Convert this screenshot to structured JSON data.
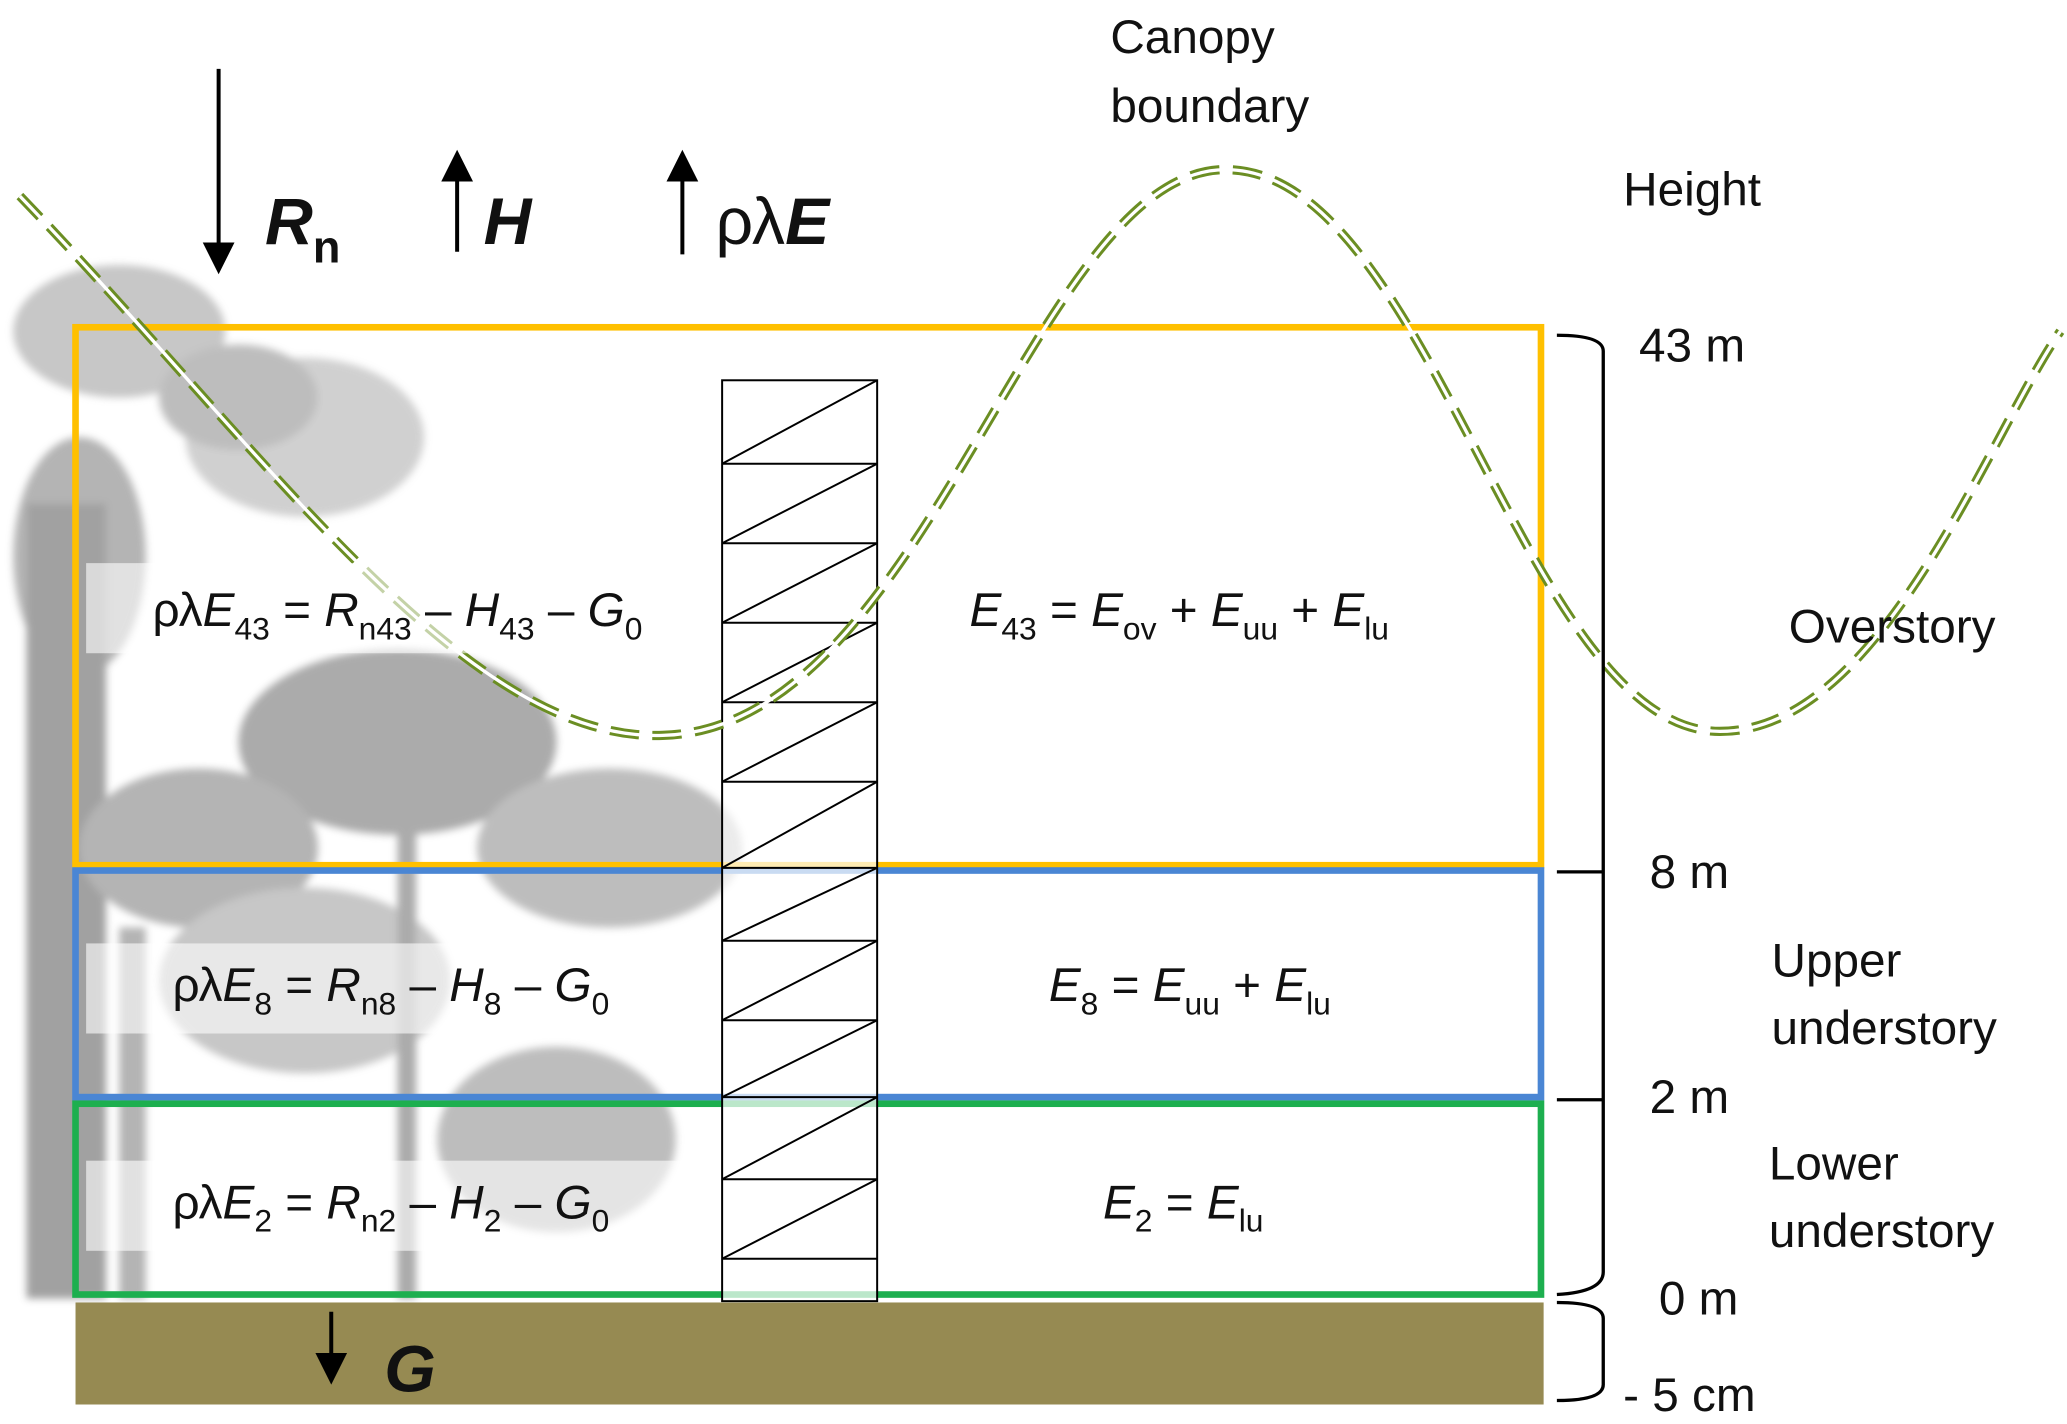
{
  "fluxes": {
    "rn": {
      "main": "R",
      "sub": "n"
    },
    "h": {
      "main": "H"
    },
    "le": {
      "prefix": "ρλ",
      "main": "E"
    },
    "g": {
      "main": "G"
    }
  },
  "canopy_boundary_label": [
    "Canopy",
    "boundary"
  ],
  "height_label": "Height",
  "heights": [
    "43 m",
    "8 m",
    "2 m",
    "0 m",
    "-  5 cm"
  ],
  "layers": [
    {
      "name": [
        "Overstory"
      ],
      "color": "#FFC000",
      "energy_eq": [
        [
          "ρλ",
          "n"
        ],
        [
          "E",
          "i"
        ],
        [
          "43",
          "sub"
        ],
        [
          " = ",
          "n"
        ],
        [
          "R",
          "i"
        ],
        [
          "n43",
          "sub"
        ],
        [
          " – ",
          "n"
        ],
        [
          "H",
          "i"
        ],
        [
          "43",
          "sub"
        ],
        [
          " – ",
          "n"
        ],
        [
          "G",
          "i"
        ],
        [
          "0",
          "sub"
        ]
      ],
      "water_eq": [
        [
          "E",
          "i"
        ],
        [
          "43",
          "sub"
        ],
        [
          " = ",
          "n"
        ],
        [
          "E",
          "i"
        ],
        [
          "ov",
          "sub"
        ],
        [
          " + ",
          "n"
        ],
        [
          "E",
          "i"
        ],
        [
          "uu",
          "sub"
        ],
        [
          " + ",
          "n"
        ],
        [
          "E",
          "i"
        ],
        [
          "lu",
          "sub"
        ]
      ]
    },
    {
      "name": [
        "Upper",
        "understory"
      ],
      "color": "#4A86D4",
      "energy_eq": [
        [
          "ρλ",
          "n"
        ],
        [
          "E",
          "i"
        ],
        [
          "8",
          "sub"
        ],
        [
          " = ",
          "n"
        ],
        [
          "R",
          "i"
        ],
        [
          "n8",
          "sub"
        ],
        [
          " – ",
          "n"
        ],
        [
          "H",
          "i"
        ],
        [
          "8",
          "sub"
        ],
        [
          " – ",
          "n"
        ],
        [
          "G",
          "i"
        ],
        [
          "0",
          "sub"
        ]
      ],
      "water_eq": [
        [
          "E",
          "i"
        ],
        [
          "8",
          "sub"
        ],
        [
          " = ",
          "n"
        ],
        [
          "E",
          "i"
        ],
        [
          "uu",
          "sub"
        ],
        [
          " + ",
          "n"
        ],
        [
          "E",
          "i"
        ],
        [
          "lu",
          "sub"
        ]
      ]
    },
    {
      "name": [
        "Lower",
        "understory"
      ],
      "color": "#1DAF4F",
      "energy_eq": [
        [
          "ρλ",
          "n"
        ],
        [
          "E",
          "i"
        ],
        [
          "2",
          "sub"
        ],
        [
          " = ",
          "n"
        ],
        [
          "R",
          "i"
        ],
        [
          "n2",
          "sub"
        ],
        [
          " – ",
          "n"
        ],
        [
          "H",
          "i"
        ],
        [
          "2",
          "sub"
        ],
        [
          " – ",
          "n"
        ],
        [
          "G",
          "i"
        ],
        [
          "0",
          "sub"
        ]
      ],
      "water_eq": [
        [
          "E",
          "i"
        ],
        [
          "2",
          "sub"
        ],
        [
          " = ",
          "n"
        ],
        [
          "E",
          "i"
        ],
        [
          "lu",
          "sub"
        ]
      ]
    }
  ],
  "soil_color": "#968A52",
  "boundary_color": "#6B8E23"
}
